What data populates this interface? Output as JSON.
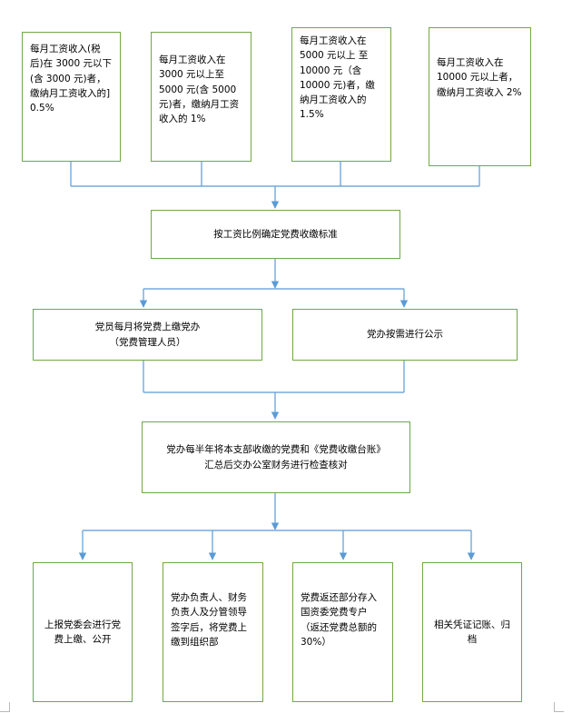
{
  "row1": [
    "每月工资收入(税后)在 3000 元以下(含 3000 元)者，缴纳月工资收入的] 0.5%",
    "每月工资收入在 3000 元以上至 5000 元(含 5000 元)者，缴纳月工资收入的 1%",
    "每月工资收入在 5000 元以上 至 10000 元（含 10000 元)者，缴纳月工资收入的 1.5%",
    "每月工资收入在 10000 元以上者，缴纳月工资收入 2%"
  ],
  "standard": "按工资比例确定党费收缴标准",
  "row3": {
    "left_line1": "党员每月将党费上缴党办",
    "left_line2": "（党费管理人员）",
    "right": "党办按需进行公示"
  },
  "summary": {
    "line1": "党办每半年将本支部收缴的党费和《党费收缴台账》",
    "line2": "汇总后交办公室财务进行检查核对"
  },
  "row5": [
    "上报党委会进行党费上缴、公开",
    "党办负责人、财务负责人及分管领导签字后，将党费上缴到组织部",
    "党费返还部分存入国资委党费专户（返还党费总额的 30%）",
    "相关凭证记账、归档"
  ]
}
